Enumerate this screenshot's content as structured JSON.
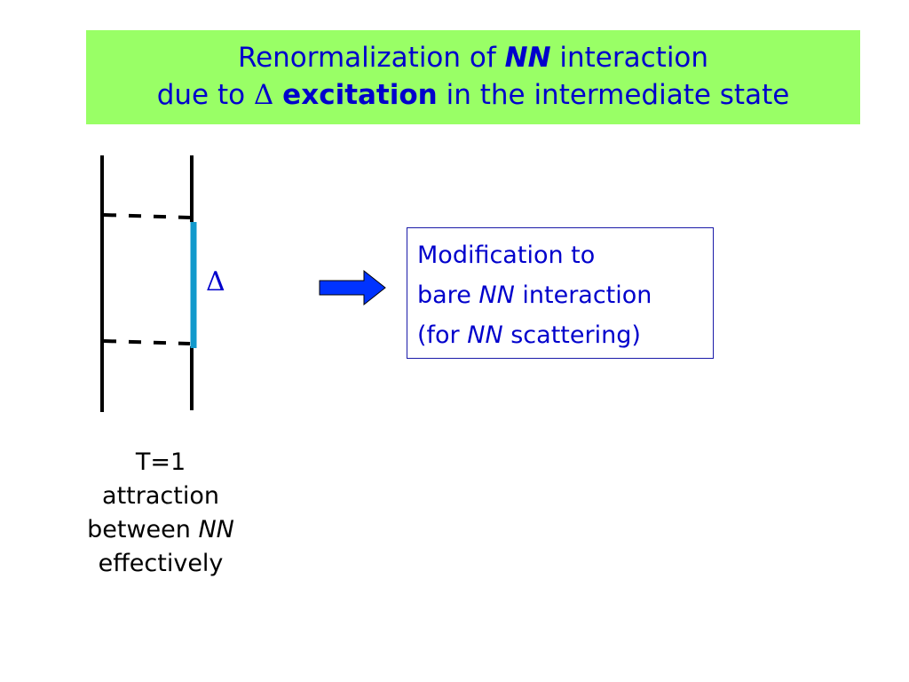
{
  "title": {
    "line1_pre": "Renormalization of ",
    "line1_nn": "NN",
    "line1_post": " interaction",
    "line2_pre": "due to ",
    "line2_delta": "Δ",
    "line2_emph": "excitation",
    "line2_post": " in the intermediate state"
  },
  "diagram": {
    "delta_label": "Δ"
  },
  "note": {
    "line1": "Modification to",
    "line2_pre": "bare ",
    "line2_nn": "NN",
    "line2_post": " interaction",
    "line3_pre": "(for ",
    "line3_nn": "NN",
    "line3_post": " scattering)"
  },
  "caption": {
    "line1": "T=1",
    "line2": "attraction",
    "line3_pre": "between ",
    "line3_nn": "NN",
    "line4": "effectively"
  },
  "colors": {
    "title_bg": "#99ff66",
    "title_text": "#0000cc",
    "delta_line": "#1199cc",
    "arrow": "#0033ff",
    "box_border": "#1a1aa8"
  }
}
